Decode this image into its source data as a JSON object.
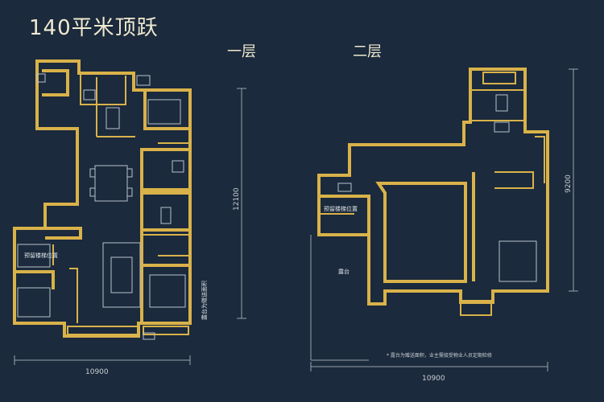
{
  "title": "140平米顶跃",
  "floors": {
    "first": "一层",
    "second": "二层"
  },
  "dimensions": {
    "first_width": "10900",
    "first_height": "12100",
    "second_width": "10900",
    "second_height": "9200"
  },
  "rooms": {
    "terrace": "露台",
    "stair_first": "预留楼梯位置",
    "stair_second": "预留楼梯位置",
    "side_note": "露台为赠送面积"
  },
  "note": "* 露台为赠送面积，业主需接受物业人员定期检修",
  "colors": {
    "background": "#1b2a3c",
    "wall": "#d9b24a",
    "text": "#efe9d0"
  }
}
